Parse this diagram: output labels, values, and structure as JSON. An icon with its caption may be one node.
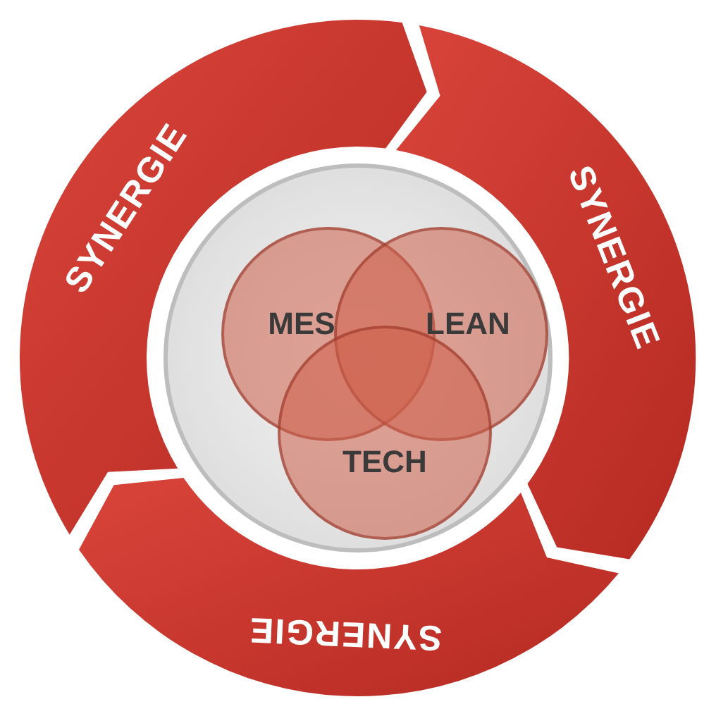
{
  "diagram": {
    "nodes": [
      {
        "text": [
          "SYNERGIE"
        ]
      },
      {
        "text": [
          "SYNERGIE"
        ]
      },
      {
        "text": [
          "SYNERGIE"
        ]
      },
      {
        "text": [],
        "shape": "circle"
      },
      {
        "text": [
          "MES"
        ],
        "in": 3
      },
      {
        "text": [
          "LEAN"
        ],
        "in": 3
      },
      {
        "text": [
          "TECH"
        ],
        "in": 3
      }
    ]
  }
}
